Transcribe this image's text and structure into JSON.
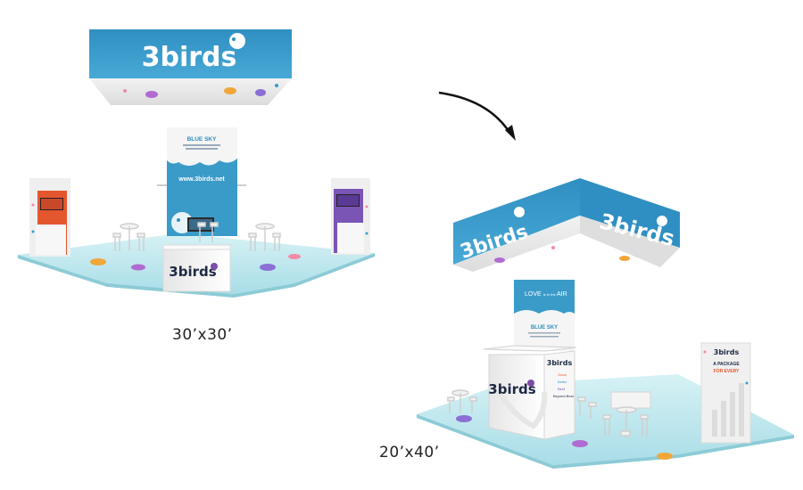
{
  "brand": {
    "name": "3birds",
    "website": "www.3birds.net",
    "tagline_blue_sky": "BLUE SKY",
    "tagline_love": "LOVE",
    "tagline_small": "is in the",
    "tagline_air": "AIR",
    "tower_line1": "A PACKAGE",
    "tower_line2": "FOR EVERY",
    "counter_items": [
      "Good",
      "Better",
      "Best",
      "Beyond Best"
    ]
  },
  "captions": {
    "booth_1": "30’x30’",
    "booth_2": "20’x40’"
  },
  "colors": {
    "sky_blue": "#3a9bc9",
    "header_blue": "#2f8fc2",
    "floor": "#bfe8ee",
    "orange_panel": "#e4572e",
    "purple_panel": "#7a55b5",
    "counter_white": "#f4f4f4",
    "logo_purple": "#7c4dab"
  }
}
